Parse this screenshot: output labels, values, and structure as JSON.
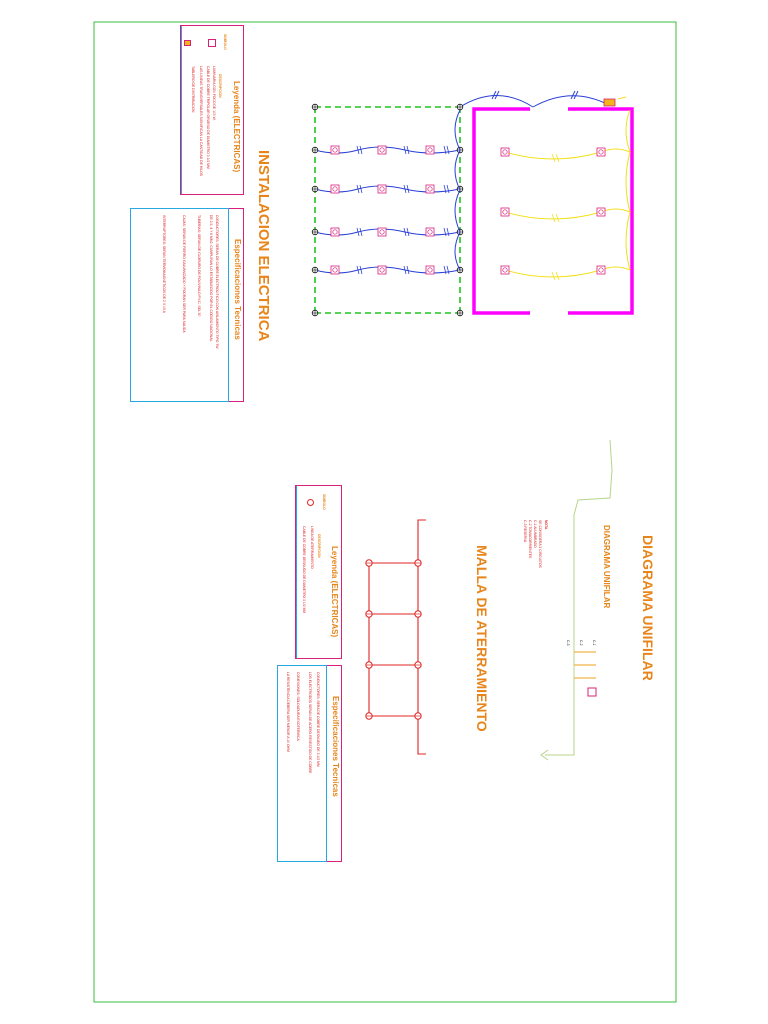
{
  "titles": {
    "instalacion": "INSTALACION ELECTRICA",
    "malla": "MALLA DE ATERRAMIENTO",
    "unifilar": "DIAGRAMA UNIFILAR",
    "unifilar_sub": "DIAGRAMA UNIFILAR"
  },
  "legend1": {
    "header": "Leyenda (ELECTRICAS)",
    "col_symbol": "SIMBOLO",
    "col_desc": "DESCRIPCION",
    "rows": [
      "LUMINARIA CON FOCO DE 100 W.",
      "CABLE DE COBRE TRIPOLAR GRUESO DE DIAMETRO 3 1/2 MM",
      "LAS LINEAS TRANSVERSALES SIGNIFICAN LA CANTIDAD DE HILOS",
      "TABLERO DE DISTRIBUCION"
    ]
  },
  "legend2": {
    "header": "Leyenda (ELECTRICAS)",
    "col_symbol": "SIMBOLO",
    "col_desc": "DESCRIPCION",
    "rows": [
      "LINEA DE ATERRAMIENTO",
      "CABLE DE COBRE DESNUDO DE DIAMETRO 3 1/2 MM"
    ]
  },
  "specs1": {
    "header": "Especificaciones Tecnicas",
    "lines": [
      "CONDUCTORES: SERAN DE COBRE ELECTROLITICO CON AISLAMIENTO TIPO TW",
      "DE 2.5, 4 Y 6 MM2. CUMPLIRAN LO ESTABLECIDO POR EL CODIGO NACIONAL",
      "TUBERIAS: SERAN DE CLORURO DE POLIVINILO P.V.C. SEL 50",
      "CAJAS: SERAN DE FIERRO GALVANIZADO Y PODRAN SER PARA SALIDA",
      "INTERRUPTORES: SERAN TERMOMAGNETICOS DE 2 X 15 A"
    ]
  },
  "specs2": {
    "header": "Especificaciones Tecnicas",
    "lines": [
      "CONDUCTORES: SERA DE COBRE DESNUDO DE 3 1/2 MM",
      "LOS ELECTRODOS SERAN DE ACERO REVESTIDO DE COBRE",
      "CONEXIONES: SOLDADURA EXOTERMICA",
      "LA RESISTENCIA DEBERA SER MENOR A 10 OHM"
    ]
  },
  "unifilar_notes": [
    "NOTA",
    "SE CONSIDERA 3 CIRCUITOS",
    "C-1 ALUMBRADO",
    "C-2 TOMACORRIENTES",
    "C-3 RESERVA"
  ],
  "unifilar_circuits": [
    "C-1",
    "C-2",
    "C-3"
  ],
  "colors": {
    "frame": "#3cbf3c",
    "wall": "#ff00ff",
    "wire_blue": "#2a3fd6",
    "wire_yellow": "#f1e11c",
    "grid_green": "#1fc51f",
    "ground_red": "#e02525",
    "title_orange": "#e8851a",
    "box_cyan": "#27a8e0",
    "box_magenta": "#d8207a"
  }
}
